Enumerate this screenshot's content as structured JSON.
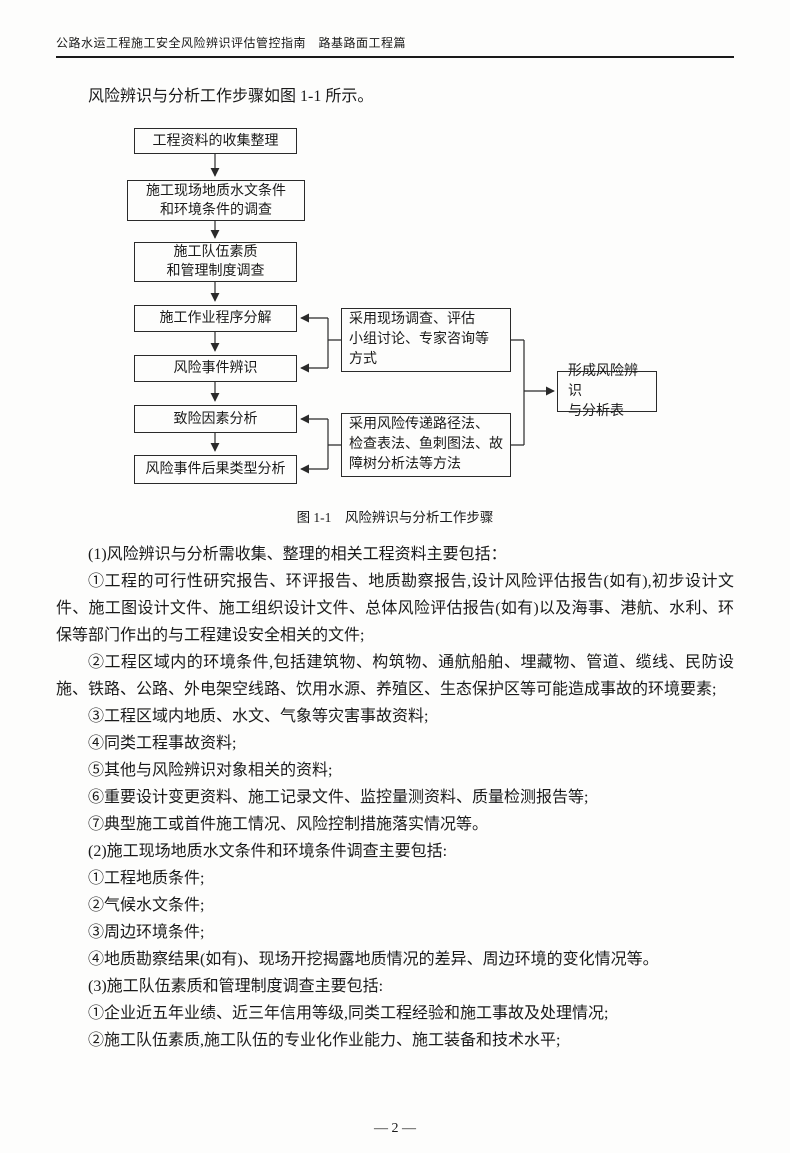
{
  "header": {
    "title": "公路水运工程施工安全风险辨识评估管控指南　路基路面工程篇"
  },
  "intro": "风险辨识与分析工作步骤如图 1-1 所示。",
  "figure": {
    "caption": "图 1-1　风险辨识与分析工作步骤",
    "steps": {
      "s1": "工程资料的收集整理",
      "s2": "施工现场地质水文条件\n和环境条件的调查",
      "s3": "施工队伍素质\n和管理制度调查",
      "s4": "施工作业程序分解",
      "s5": "风险事件辨识",
      "s6": "致险因素分析",
      "s7": "风险事件后果类型分析"
    },
    "methods": {
      "m1": "采用现场调查、评估\n小组讨论、专家咨询等\n方式",
      "m2": "采用风险传递路径法、\n检查表法、鱼刺图法、故\n障树分析法等方法"
    },
    "result": "形成风险辨识\n与分析表"
  },
  "paragraphs": [
    "(1)风险辨识与分析需收集、整理的相关工程资料主要包括：",
    "①工程的可行性研究报告、环评报告、地质勘察报告,设计风险评估报告(如有),初步设计文件、施工图设计文件、施工组织设计文件、总体风险评估报告(如有)以及海事、港航、水利、环保等部门作出的与工程建设安全相关的文件;",
    "②工程区域内的环境条件,包括建筑物、构筑物、通航船舶、埋藏物、管道、缆线、民防设施、铁路、公路、外电架空线路、饮用水源、养殖区、生态保护区等可能造成事故的环境要素;",
    "③工程区域内地质、水文、气象等灾害事故资料;",
    "④同类工程事故资料;",
    "⑤其他与风险辨识对象相关的资料;",
    "⑥重要设计变更资料、施工记录文件、监控量测资料、质量检测报告等;",
    "⑦典型施工或首件施工情况、风险控制措施落实情况等。",
    "(2)施工现场地质水文条件和环境条件调查主要包括:",
    "①工程地质条件;",
    "②气候水文条件;",
    "③周边环境条件;",
    "④地质勘察结果(如有)、现场开挖揭露地质情况的差异、周边环境的变化情况等。",
    "(3)施工队伍素质和管理制度调查主要包括:",
    "①企业近五年业绩、近三年信用等级,同类工程经验和施工事故及处理情况;",
    "②施工队伍素质,施工队伍的专业化作业能力、施工装备和技术水平;"
  ],
  "footer": {
    "page_number": "— 2 —"
  }
}
